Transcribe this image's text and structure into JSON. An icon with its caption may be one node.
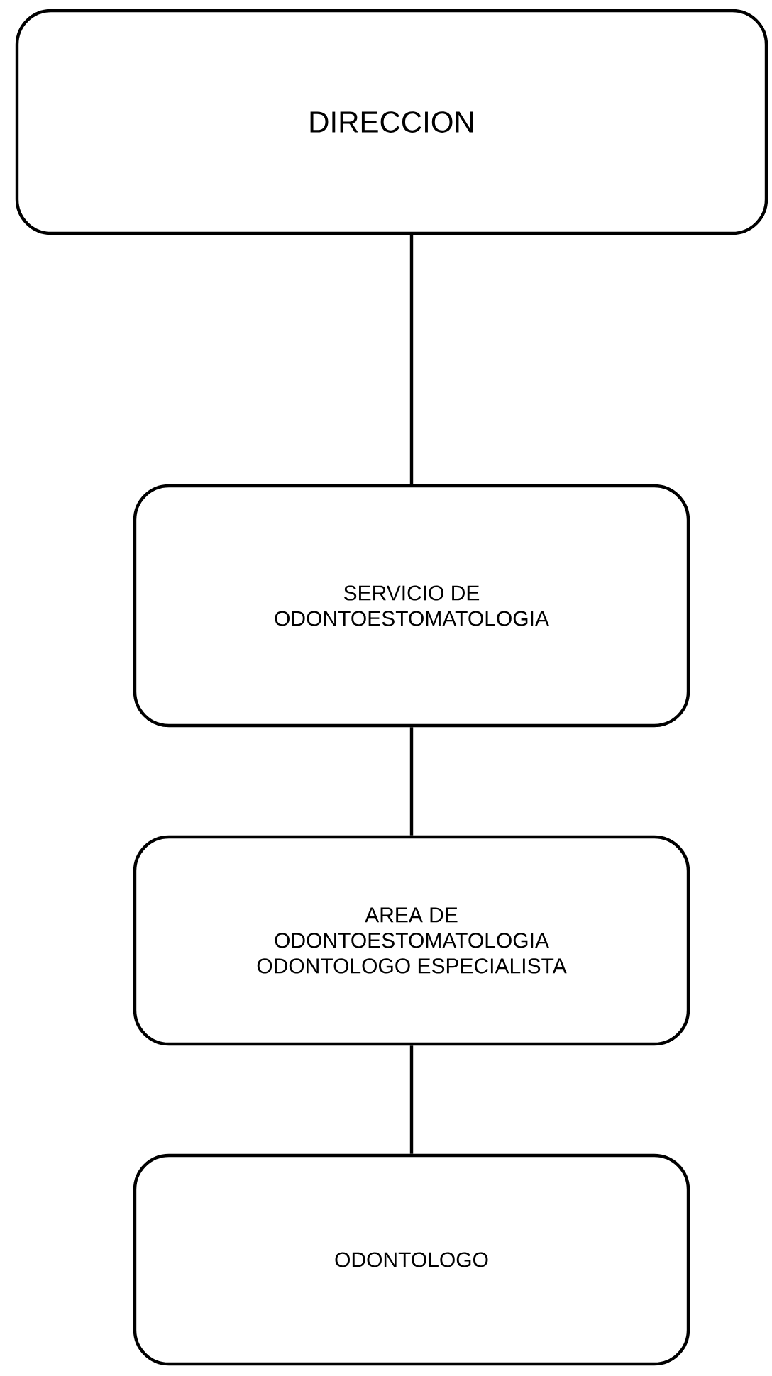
{
  "diagram": {
    "nodes": [
      {
        "text": [
          "DIRECCION"
        ]
      },
      {
        "text": [
          "SERVICIO DE ODONTOESTOMATOLOGIA"
        ]
      },
      {
        "text": [
          "AREA DE ODONTOESTOMATOLOGIA",
          "ODONTOLOGO ESPECIALISTA"
        ]
      },
      {
        "text": [
          "ODONTOLOGO"
        ]
      }
    ],
    "edges": [
      {
        "from": 0,
        "to": 1,
        "arrow": "none"
      },
      {
        "from": 1,
        "to": 2,
        "arrow": "none"
      },
      {
        "from": 2,
        "to": 3,
        "arrow": "none"
      }
    ]
  }
}
